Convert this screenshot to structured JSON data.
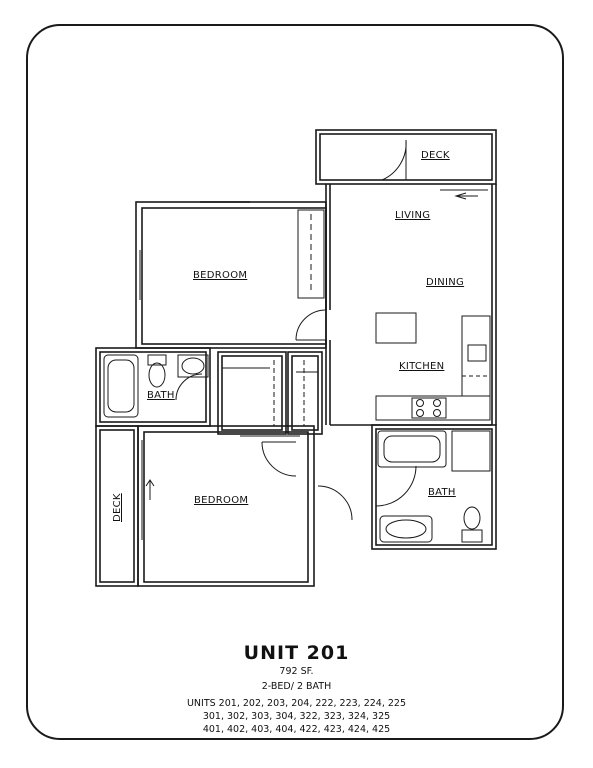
{
  "rooms": {
    "deck_top": "DECK",
    "living": "LIVING",
    "dining": "DINING",
    "kitchen": "KITCHEN",
    "bedroom_upper": "BEDROOM",
    "bedroom_lower": "BEDROOM",
    "bath_left": "BATH",
    "bath_right": "BATH",
    "deck_left": "DECK"
  },
  "caption": {
    "title": "UNIT 201",
    "square_feet": "792 SF.",
    "bed_bath": "2-BED/ 2 BATH",
    "units_line1": "UNITS 201, 202, 203, 204, 222, 223, 224, 225",
    "units_line2": "301, 302, 303, 304, 322, 323, 324, 325",
    "units_line3": "401, 402, 403, 404, 422, 423, 424, 425"
  }
}
